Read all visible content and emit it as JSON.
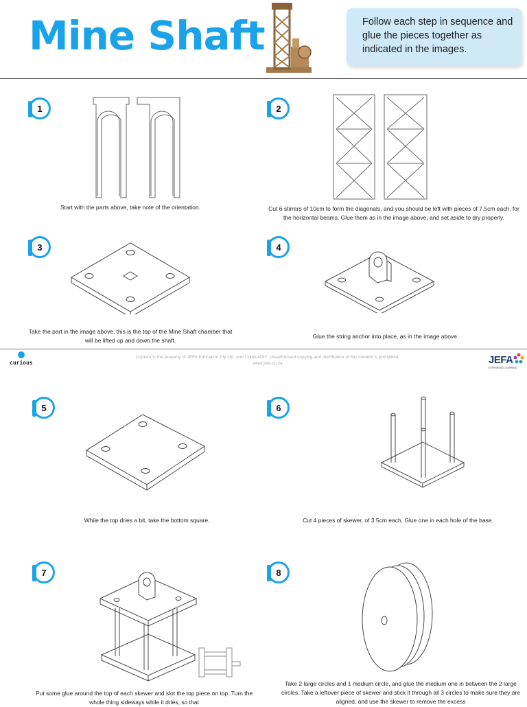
{
  "header": {
    "title": "Mine Shaft",
    "note": "Follow each step in sequence and glue the pieces together as indicated in the images."
  },
  "steps": [
    {
      "num": "1",
      "caption": "Start with the parts above, take note of the orientation."
    },
    {
      "num": "2",
      "caption": "Cut 6 stirrers of 10cm to form the diagonals, and you should be left with pieces of 7.5cm each, for the horizontal beams. Glue them as in the image above, and set aside to dry properly."
    },
    {
      "num": "3",
      "caption": "Take the part in the image above, this is the top of the Mine Shaft chamber that will be lifted up and down the shaft."
    },
    {
      "num": "4",
      "caption": "Glue the string anchor into place, as in the image above."
    },
    {
      "num": "5",
      "caption": "While the top dries a bit, take the bottom square."
    },
    {
      "num": "6",
      "caption": "Cut 4 pieces of skewer, of 3.5cm each. Glue one in each hole of the base."
    },
    {
      "num": "7",
      "caption": "Put some glue around the top of each skewer and slot the top piece on top. Turn the whole thing sideways while it dries, so that"
    },
    {
      "num": "8",
      "caption": "Take 2 large circles and 1 medium circle, and glue the medium one in between the 2 large circles. Take a leftover piece of skewer and stick it through all 3 circles to make sure they are aligned, and use the skewer to remove the excess"
    }
  ],
  "footer": {
    "line1": "Content is the property of JEFA Education Pty Ltd. and CuriousDIY. Unauthorised copying and distribution of this content is prohibited.",
    "line2": "www.jefa.co.za",
    "logo_left_text": "curious",
    "logo_right_text": "JEFA",
    "logo_right_tagline": "EXPERIENCE LEARNING"
  },
  "colors": {
    "accent": "#1aa3e8",
    "note_bg": "#cfe9f7",
    "hero_wood": "#b58a5a"
  }
}
